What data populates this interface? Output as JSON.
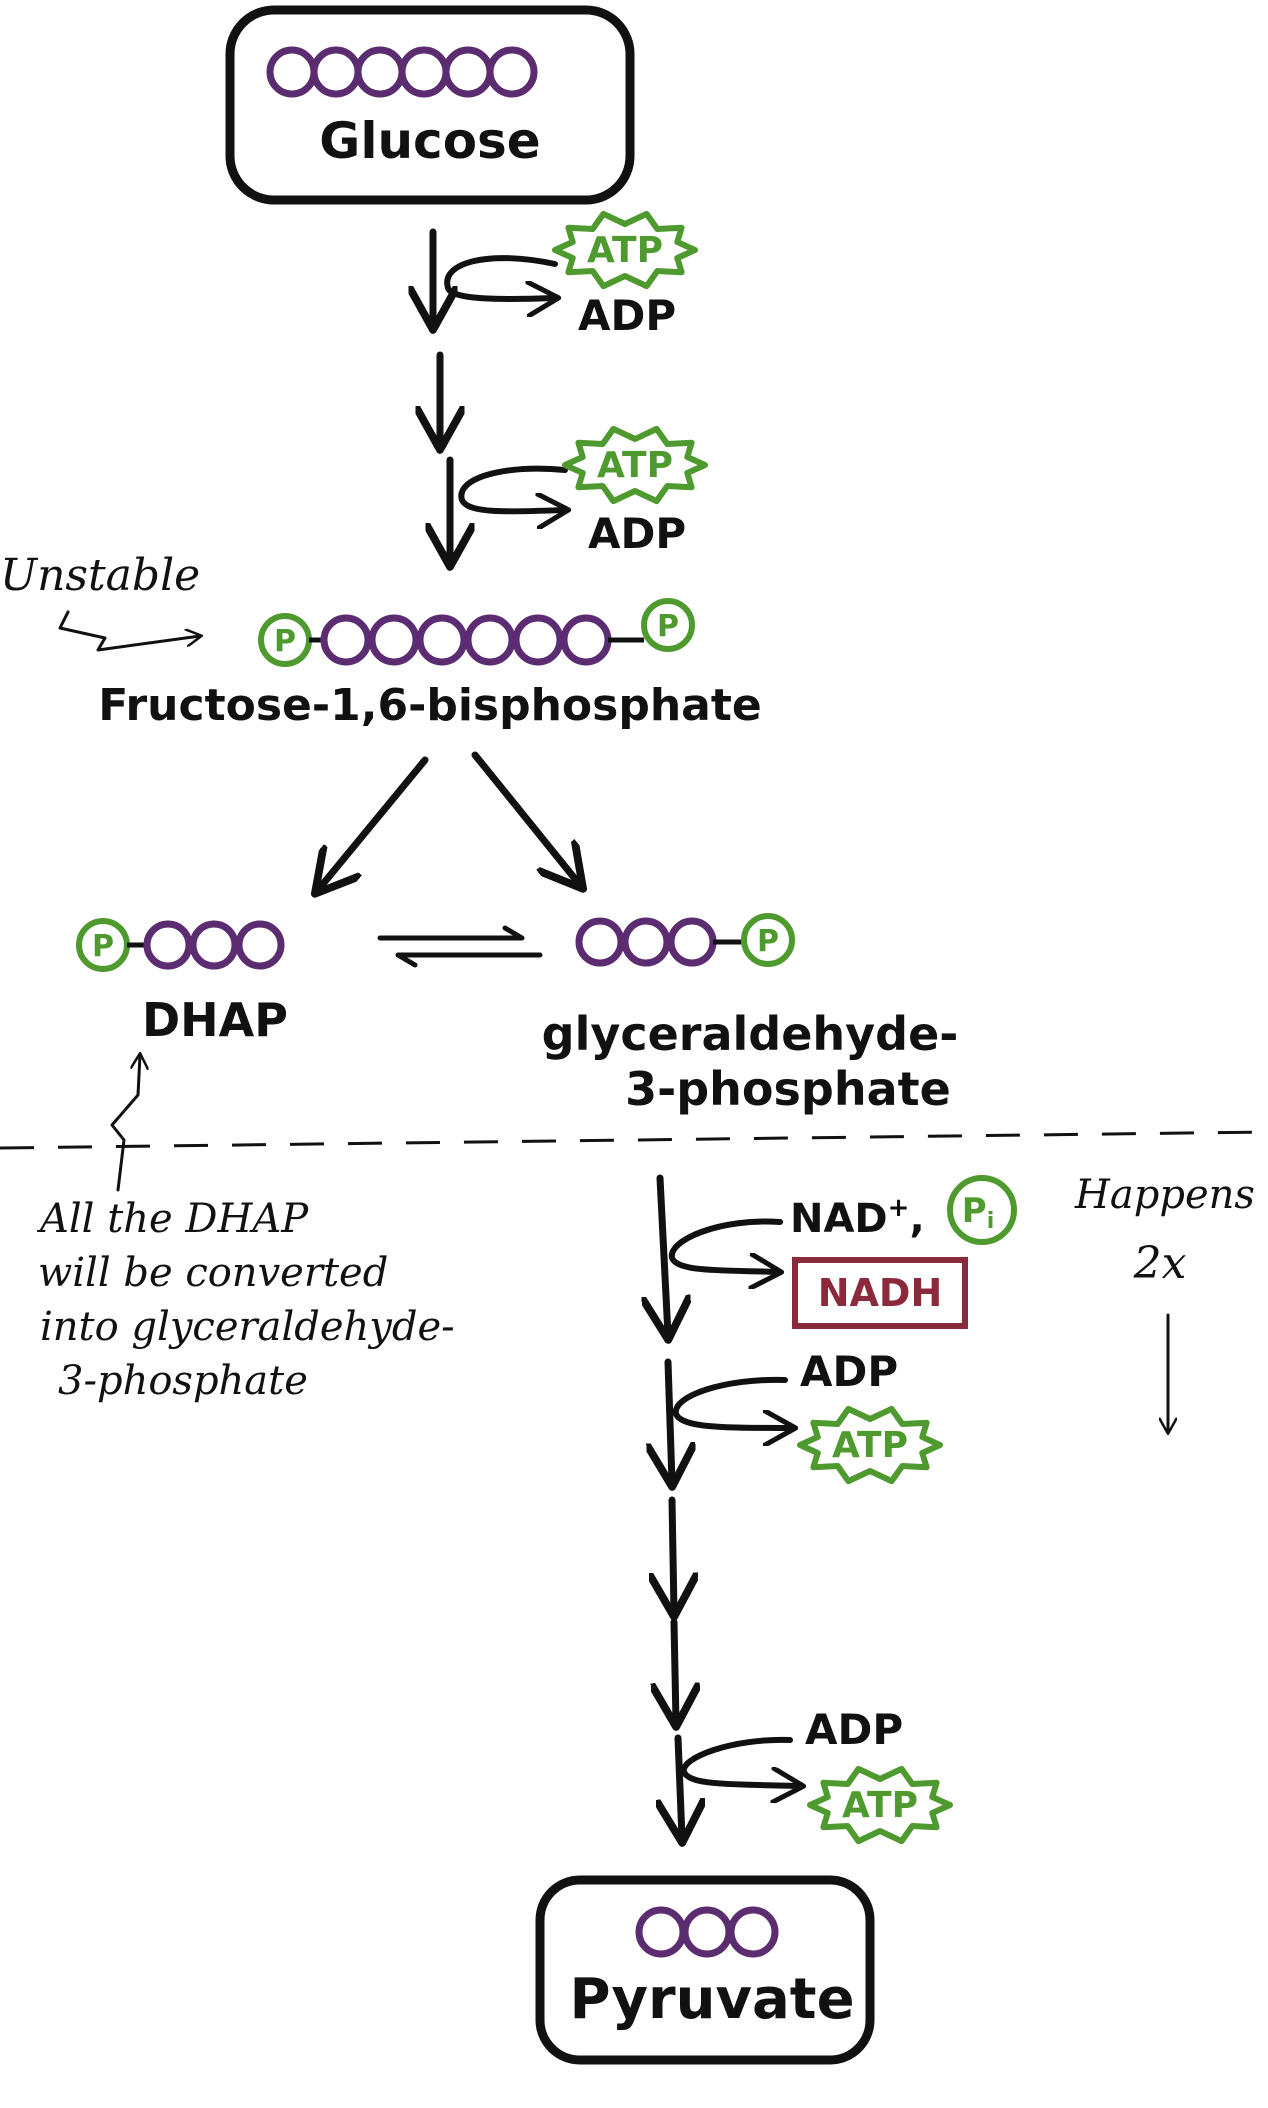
{
  "colors": {
    "ink": "#111111",
    "carbon": "#5b2c6f",
    "energy": "#4e9a2f",
    "nadh": "#8b2a3a",
    "background": "#ffffff"
  },
  "nodes": {
    "glucose": {
      "label": "Glucose",
      "carbons": 6
    },
    "fructose": {
      "label": "Fructose-1,6-bisphosphate",
      "carbons": 6
    },
    "dhap": {
      "label": "DHAP",
      "carbons": 3
    },
    "g3p": {
      "label_line1": "glyceraldehyde-",
      "label_line2": "3-phosphate",
      "carbons": 3
    },
    "pyruvate": {
      "label": "Pyruvate",
      "carbons": 3
    }
  },
  "phosphate": {
    "symbol": "P"
  },
  "energy": {
    "atp": "ATP",
    "adp": "ADP",
    "nad": "NAD",
    "nad_charge": "+",
    "nad_comma": ",",
    "pi_main": "P",
    "pi_sub": "i",
    "nadh": "NADH"
  },
  "annotations": {
    "unstable": "Unstable",
    "dhap_note": [
      "All the DHAP",
      "will be converted",
      "into glyceraldehyde-",
      "3-phosphate"
    ],
    "happens_line1": "Happens",
    "happens_line2": "2x"
  },
  "steps": [
    {
      "from": "glucose",
      "to": "fructose",
      "uses": "ATP",
      "releases": "ADP"
    },
    {
      "from": "glucose",
      "to": "fructose",
      "uses": "ATP",
      "releases": "ADP"
    },
    {
      "from": "g3p",
      "to": "pyruvate",
      "uses": "NAD+, Pi",
      "releases": "NADH"
    },
    {
      "from": "g3p",
      "to": "pyruvate",
      "uses": "ADP",
      "releases": "ATP"
    },
    {
      "from": "g3p",
      "to": "pyruvate",
      "uses": "ADP",
      "releases": "ATP"
    }
  ]
}
